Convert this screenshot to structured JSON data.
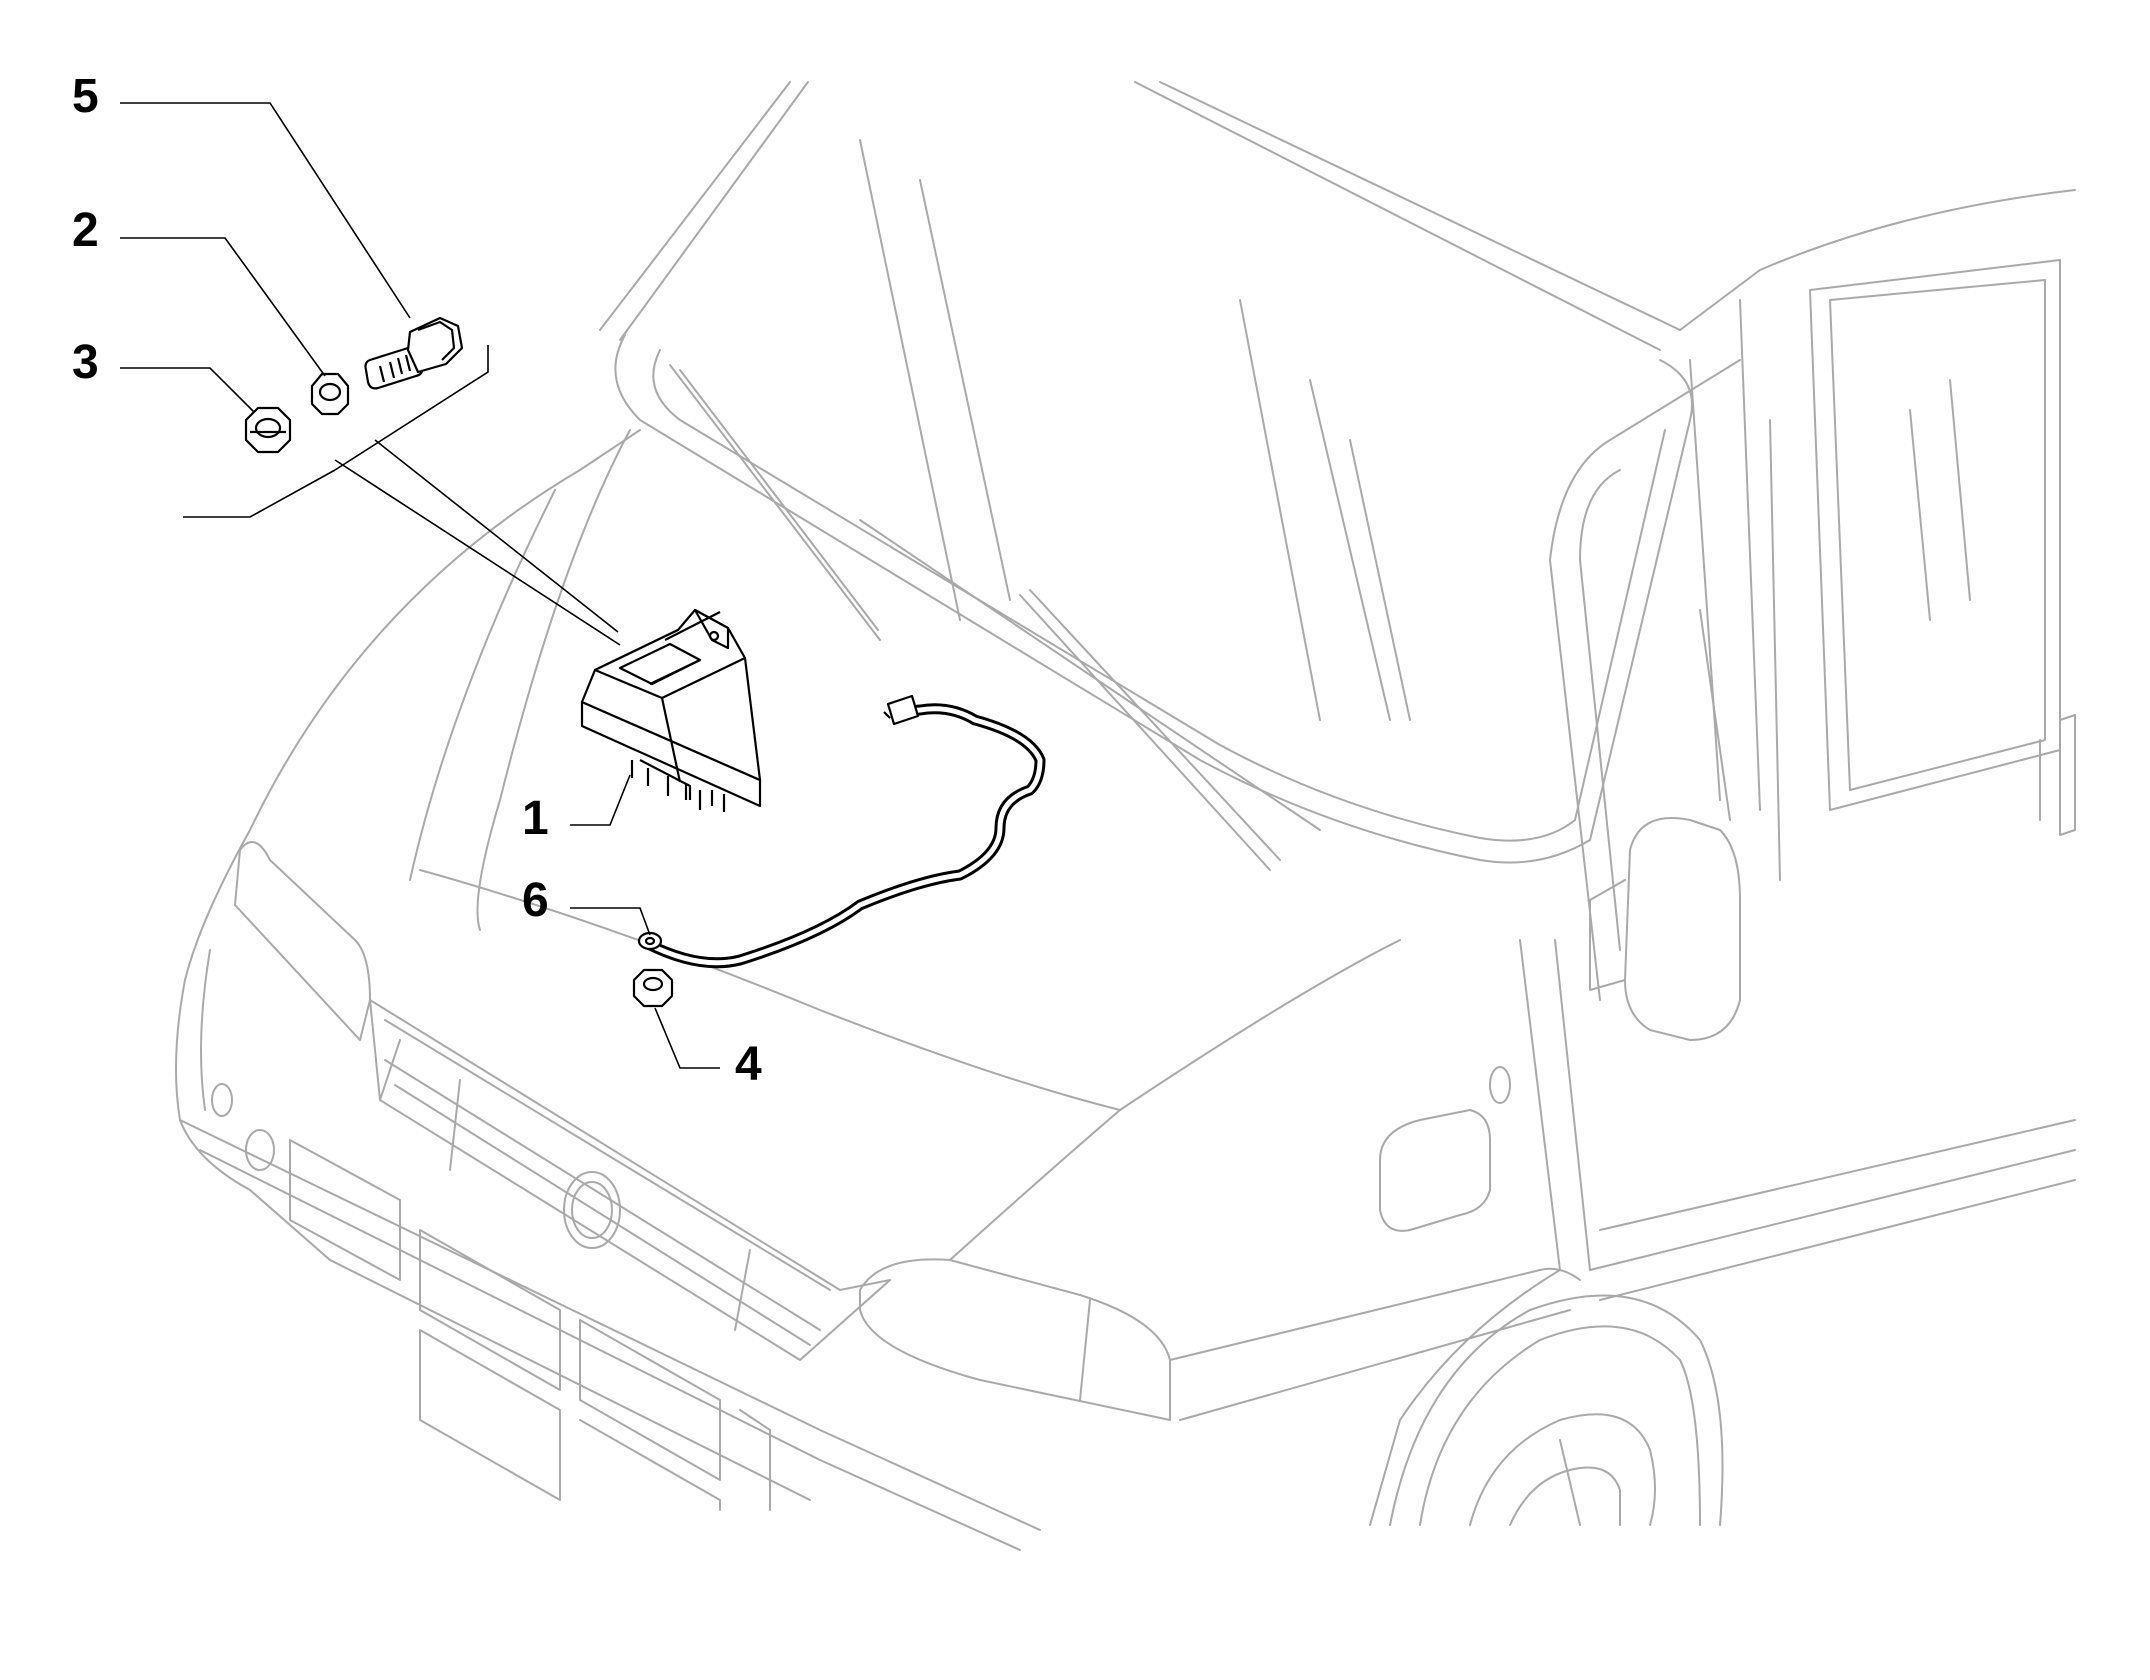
{
  "callouts": [
    {
      "id": "1",
      "part": "control-unit"
    },
    {
      "id": "2",
      "part": "washer"
    },
    {
      "id": "3",
      "part": "nut"
    },
    {
      "id": "4",
      "part": "ground-nut"
    },
    {
      "id": "5",
      "part": "bolt"
    },
    {
      "id": "6",
      "part": "wiring-harness"
    }
  ],
  "unit_label_lines": [
    "",
    "",
    ""
  ],
  "colors": {
    "vehicle_outline": "#a9a9a9",
    "part_outline": "#000000"
  }
}
